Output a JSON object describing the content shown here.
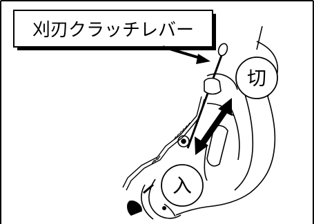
{
  "callout": {
    "label": "刈刃クラッチレバー"
  },
  "positions": {
    "off": "切",
    "on": "入"
  }
}
